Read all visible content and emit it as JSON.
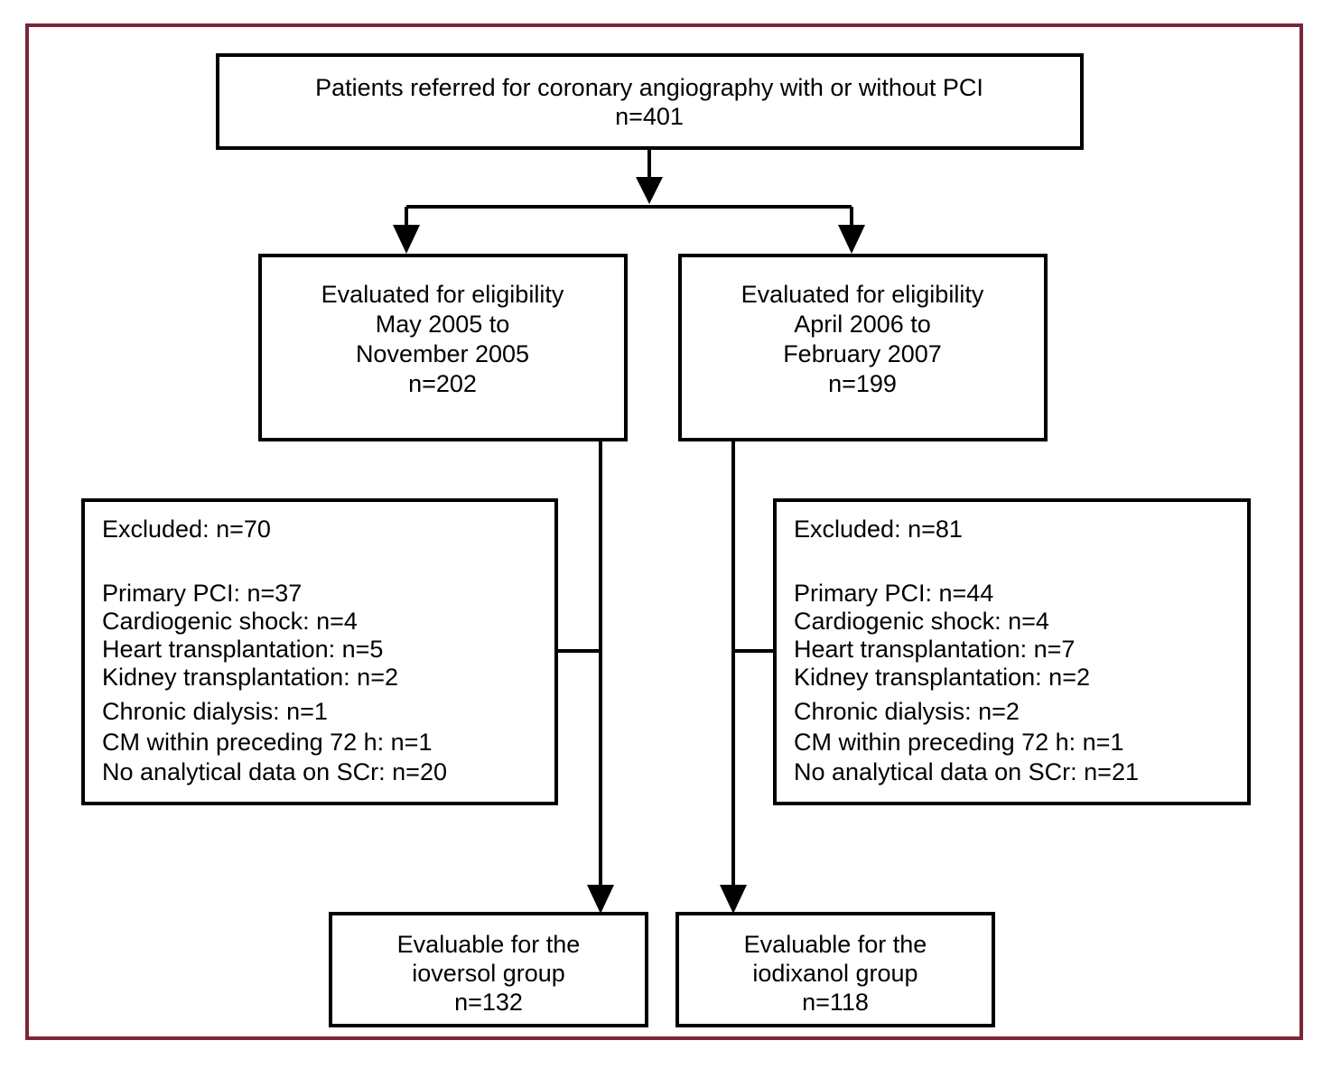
{
  "figure": {
    "type": "patient-flow-diagram",
    "border_color": "#7a2639",
    "line_color": "#000000",
    "background_color": "#ffffff"
  },
  "nodes": {
    "enrolled": {
      "lines": [
        "Patients referred for coronary angiography with or without PCI",
        "n=401"
      ],
      "n": 401
    },
    "eligibility_left": {
      "lines": [
        "Evaluated for eligibility",
        "May 2005 to",
        "November 2005",
        "n=202"
      ],
      "n": 202
    },
    "eligibility_right": {
      "lines": [
        "Evaluated for eligibility",
        "April 2006 to",
        "February 2007",
        "n=199"
      ],
      "n": 199
    },
    "excluded_left": {
      "heading": "Excluded: n=70",
      "n": 70,
      "reasons": [
        "Primary PCI: n=37",
        "Cardiogenic shock: n=4",
        "Heart transplantation: n=5",
        "Kidney transplantation: n=2",
        "Chronic dialysis: n=1",
        "CM within preceding 72 h: n=1",
        "No analytical data on SCr: n=20"
      ]
    },
    "excluded_right": {
      "heading": "Excluded: n=81",
      "n": 81,
      "reasons": [
        "Primary PCI: n=44",
        "Cardiogenic shock: n=4",
        "Heart transplantation: n=7",
        "Kidney transplantation: n=2",
        "Chronic dialysis: n=2",
        "CM within preceding 72 h: n=1",
        "No analytical data on SCr: n=21"
      ]
    },
    "evaluable_left": {
      "lines": [
        "Evaluable for the",
        "ioversol group",
        "n=132"
      ],
      "n": 132
    },
    "evaluable_right": {
      "lines": [
        "Evaluable for the",
        "iodixanol group",
        "n=118"
      ],
      "n": 118
    }
  }
}
